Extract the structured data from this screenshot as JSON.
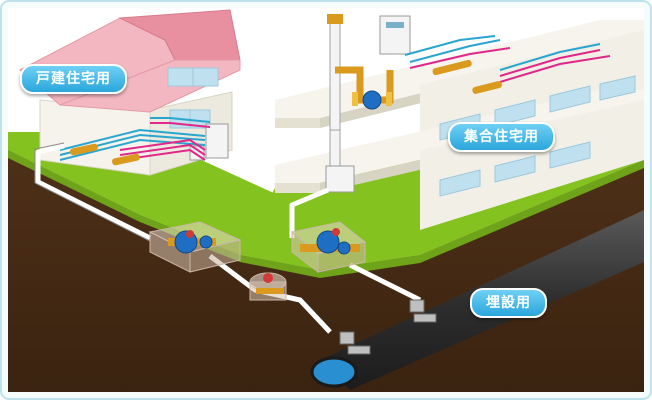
{
  "labels": {
    "detached_house": "戸建住宅用",
    "apartment_housing": "集合住宅用",
    "underground": "埋設用"
  },
  "colors": {
    "sky": "#f3fbfd",
    "lawn": "#84c31f",
    "soil": "#5b3a1f",
    "water_pipe": "#ffffff",
    "hot_pipe": "#e0278a",
    "cold_pipe": "#28a6cf",
    "meter_blue": "#1e6fc4",
    "brass": "#d99a1e",
    "main_pipe": "#3a3a3a",
    "label_blue": "#2aa6dc"
  }
}
